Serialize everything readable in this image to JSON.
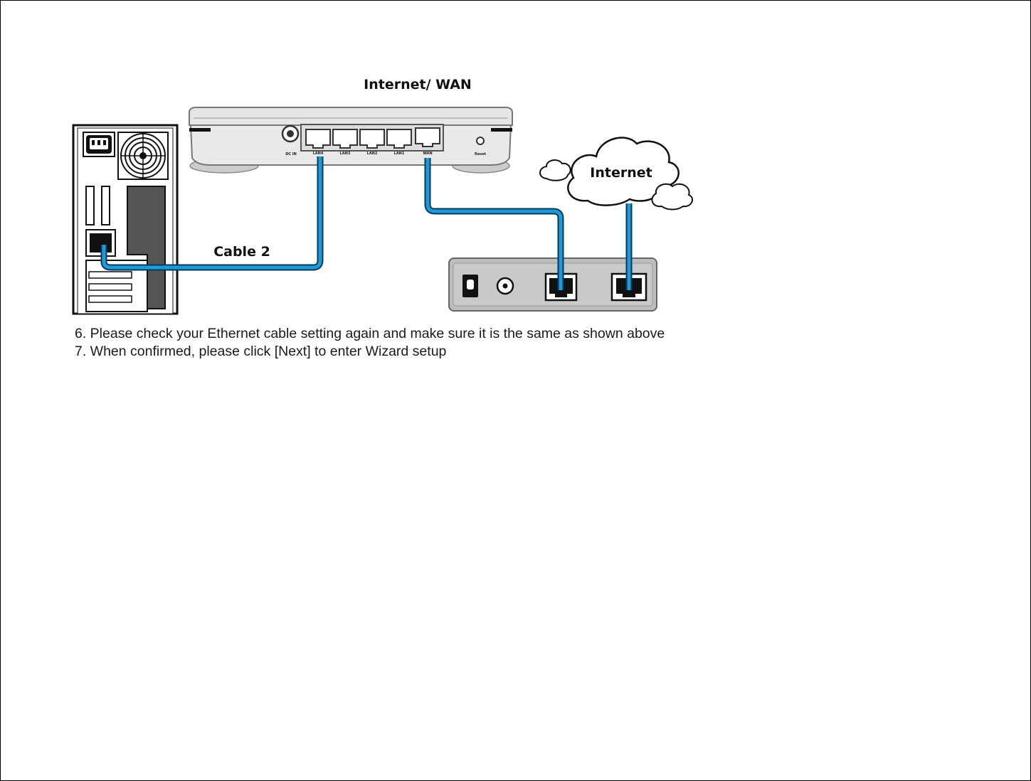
{
  "diagram": {
    "wan_title": "Internet/ WAN",
    "cable_label": "Cable 2",
    "cloud_label": "Internet",
    "router_ports": {
      "dc_in": "DC IN",
      "lan4": "LAN4",
      "lan3": "LAN3",
      "lan2": "LAN2",
      "lan1": "LAN1",
      "wan": "WAN",
      "reset": "Reset"
    },
    "cable_color": "#1e9ad8"
  },
  "instructions": {
    "step6": "6. Please check your Ethernet cable setting again and make sure it is the same as shown above",
    "step7": "7. When confirmed, please click [Next] to enter Wizard setup"
  }
}
